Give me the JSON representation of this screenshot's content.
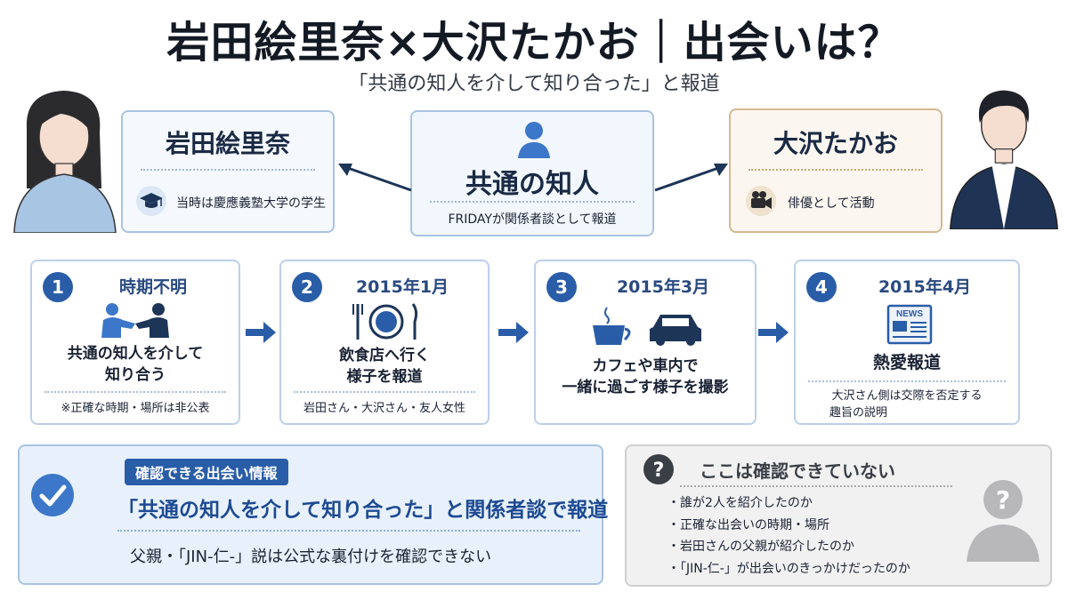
{
  "title": "岩田絵里奈×大沢たかお｜出会いは？",
  "subtitle": "「共通の知人を介して知り合った」と報道",
  "left_person": {
    "name": "岩田絵里奈",
    "note": "当時は慶應義塾大学の学生",
    "icon": "graduation-cap-icon"
  },
  "center": {
    "name": "共通の知人",
    "note": "FRIDAYが関係者談として報道",
    "icon": "person-icon"
  },
  "right_person": {
    "name": "大沢たかお",
    "note": "俳優として活動",
    "icon": "movie-camera-icon"
  },
  "steps": [
    {
      "num": "1",
      "label": "時期不明",
      "text1": "共通の知人を介して",
      "text2": "知り合う",
      "note1": "※正確な時期・場所は非公表",
      "note2": "",
      "icon": "handshake-icon"
    },
    {
      "num": "2",
      "label": "2015年1月",
      "text1": "飲食店へ行く",
      "text2": "様子を報道",
      "note1": "岩田さん・大沢さん・友人女性",
      "note2": "",
      "icon": "dining-icon"
    },
    {
      "num": "3",
      "label": "2015年3月",
      "text1": "カフェや車内で",
      "text2": "一緒に過ごす様子を撮影",
      "note1": "",
      "note2": "",
      "icon": "coffee-car-icon"
    },
    {
      "num": "4",
      "label": "2015年4月",
      "text1": "熱愛報道",
      "text2": "",
      "note1": "大沢さん側は交際を否定する",
      "note2": "趣旨の説明",
      "icon": "newspaper-icon"
    }
  ],
  "newspaper_word": "NEWS",
  "confirmed": {
    "tag": "確認できる出会い情報",
    "main": "「共通の知人を介して知り合った」と関係者談で報道",
    "sub": "父親・「JIN-仁-」説は公式な裏付けを確認できない"
  },
  "unknown": {
    "title": "ここは確認できていない",
    "items": [
      "誰が2人を紹介したのか",
      "正確な出会いの時期・場所",
      "岩田さんの父親が紹介したのか",
      "「JIN-仁-」が出会いのきっかけだったのか"
    ]
  },
  "colors": {
    "primary": "#2a5da8",
    "navy": "#1d3557",
    "accent_brown": "#d6b891",
    "light_blue": "#e8f1fb"
  }
}
